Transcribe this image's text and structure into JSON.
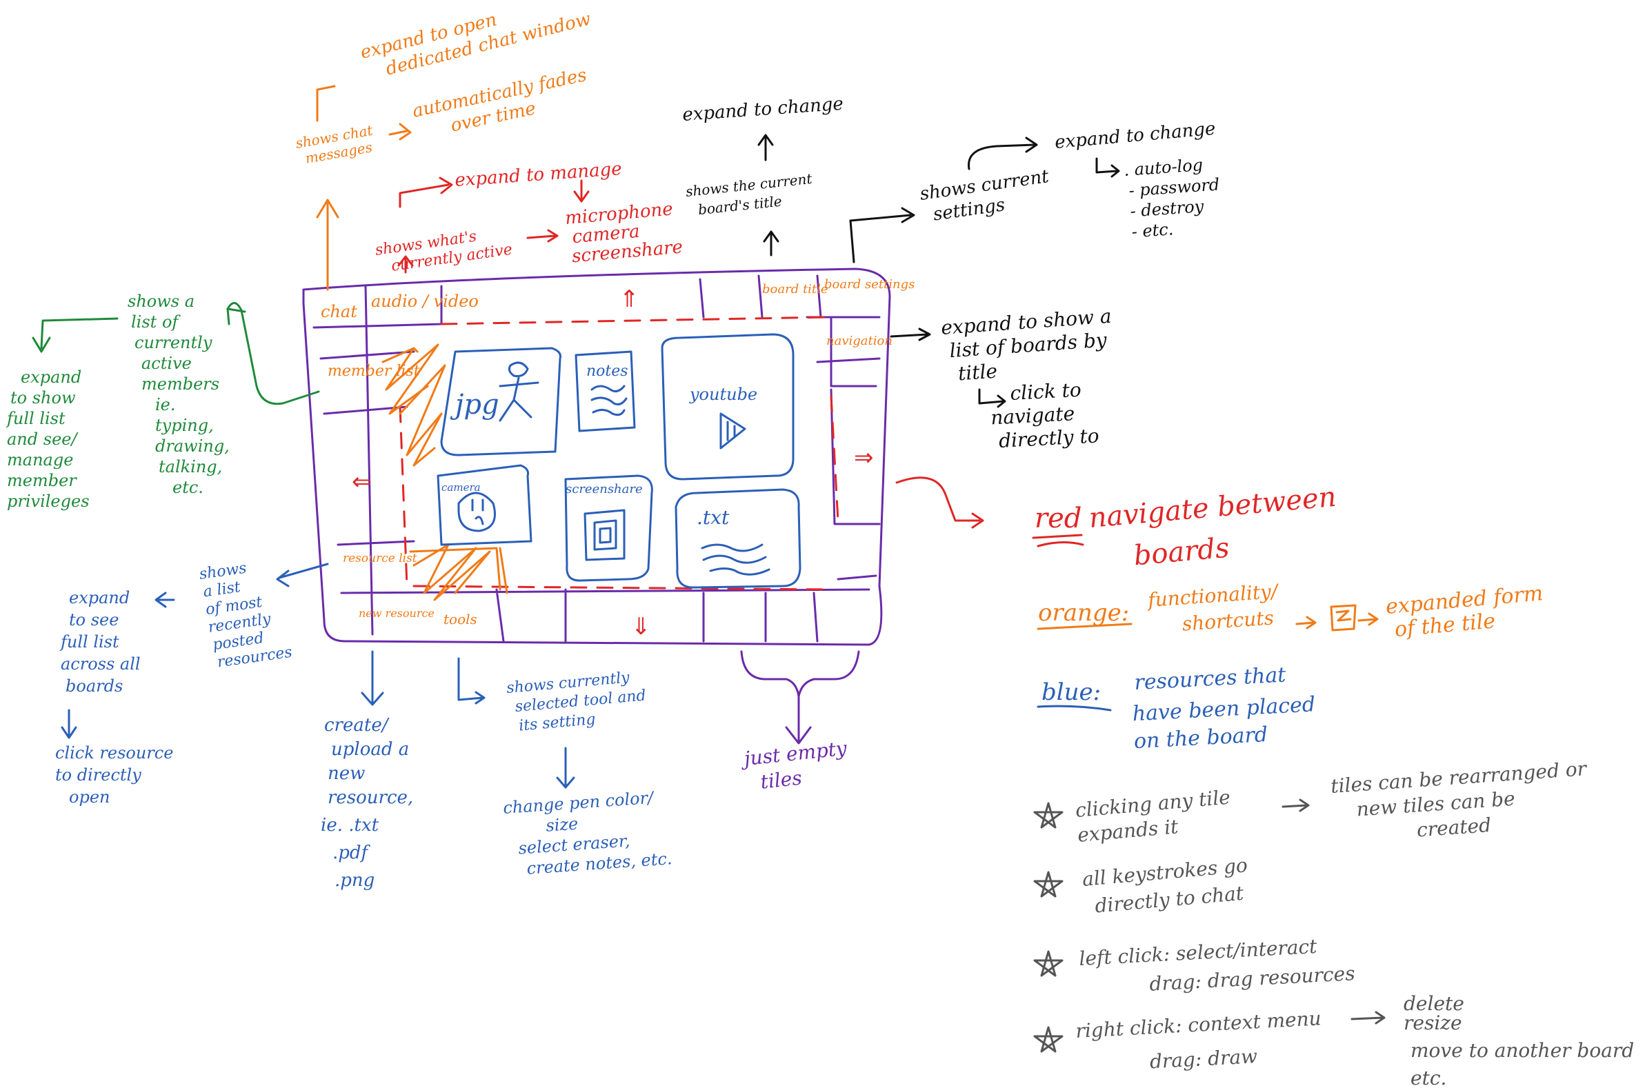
{
  "colors": {
    "orange": "#F07B18",
    "red": "#E02626",
    "green": "#1F8A3A",
    "blue": "#2B5FB8",
    "black": "#111111",
    "gray": "#555555",
    "purple": "#6A2BAA"
  },
  "board": {
    "tiles": {
      "chat": "chat",
      "audio_video": "audio / video",
      "member_list": "member list",
      "resource_list": "resource list",
      "new_resource": "new resource",
      "tools": "tools",
      "board_title": "board title",
      "board_settings": "board settings",
      "navigation": "navigation"
    },
    "resources": {
      "jpg": "jpg",
      "notes": "notes",
      "youtube": "youtube",
      "camera": "camera",
      "screenshare": "screenshare",
      "txt": ".txt"
    },
    "nav_arrows": {
      "up": "⇑",
      "down": "⇓",
      "left": "⇐",
      "right": "⇒"
    }
  },
  "annotations": {
    "chat_window": [
      "expand to open",
      "dedicated chat window"
    ],
    "chat_fades": [
      "automatically fades",
      "over time"
    ],
    "chat_shows": [
      "shows chat",
      "messages"
    ],
    "av_expand": "expand to manage",
    "av_shows": [
      "shows what's",
      "currently active"
    ],
    "av_list": [
      "microphone",
      "camera",
      "screenshare"
    ],
    "title_expand": "expand to change",
    "title_shows": [
      "shows the current",
      "board's title"
    ],
    "settings_expand": "expand to change",
    "settings_list": [
      ". auto-log",
      "- password",
      "- destroy",
      "- etc."
    ],
    "settings_shows": [
      "shows current",
      "settings"
    ],
    "nav_expand": [
      "expand to show a",
      "list of boards by",
      "title"
    ],
    "nav_click": [
      "click to",
      "navigate",
      "directly to"
    ],
    "member_shows": [
      "shows a",
      "list of",
      "currently",
      "active",
      "members",
      "ie.",
      "typing,",
      "drawing,",
      "talking,",
      "etc."
    ],
    "member_expand": [
      "expand",
      "to show",
      "full list",
      "and see/",
      "manage",
      "member",
      "privileges"
    ],
    "resource_shows": [
      "shows",
      "a list",
      "of most",
      "recently",
      "posted",
      "resources"
    ],
    "resource_expand": [
      "expand",
      "to see",
      "full list",
      "across all",
      "boards"
    ],
    "resource_click": [
      "click resource",
      "to directly",
      "open"
    ],
    "new_resource_desc": [
      "create/",
      "upload a",
      "new",
      "resource,",
      "ie. .txt",
      ".pdf",
      ".png"
    ],
    "tools_shows": [
      "shows currently",
      "selected tool and",
      "its setting"
    ],
    "tools_change": [
      "change pen color/",
      "size",
      "select eraser,",
      "create notes, etc."
    ],
    "empty_tiles": [
      "just empty",
      "tiles"
    ]
  },
  "legend": {
    "red_key": "red",
    "red_desc": [
      "navigate between",
      "boards"
    ],
    "orange_key": "orange:",
    "orange_desc": [
      "functionality/",
      "shortcuts"
    ],
    "orange_result": [
      "expanded form",
      "of the tile"
    ],
    "blue_key": "blue:",
    "blue_desc": [
      "resources that",
      "have been placed",
      "on the board"
    ]
  },
  "notes": {
    "n1": [
      "clicking any tile",
      "expands it"
    ],
    "n1_result": [
      "tiles can be rearranged or",
      "new tiles can be",
      "created"
    ],
    "n2": [
      "all keystrokes go",
      "directly to chat"
    ],
    "n3": [
      "left click: select/interact",
      "drag: drag resources"
    ],
    "n4": [
      "right click: context menu",
      "drag: draw"
    ],
    "n4_result": [
      "delete",
      "resize",
      "move to another board",
      "etc."
    ]
  }
}
